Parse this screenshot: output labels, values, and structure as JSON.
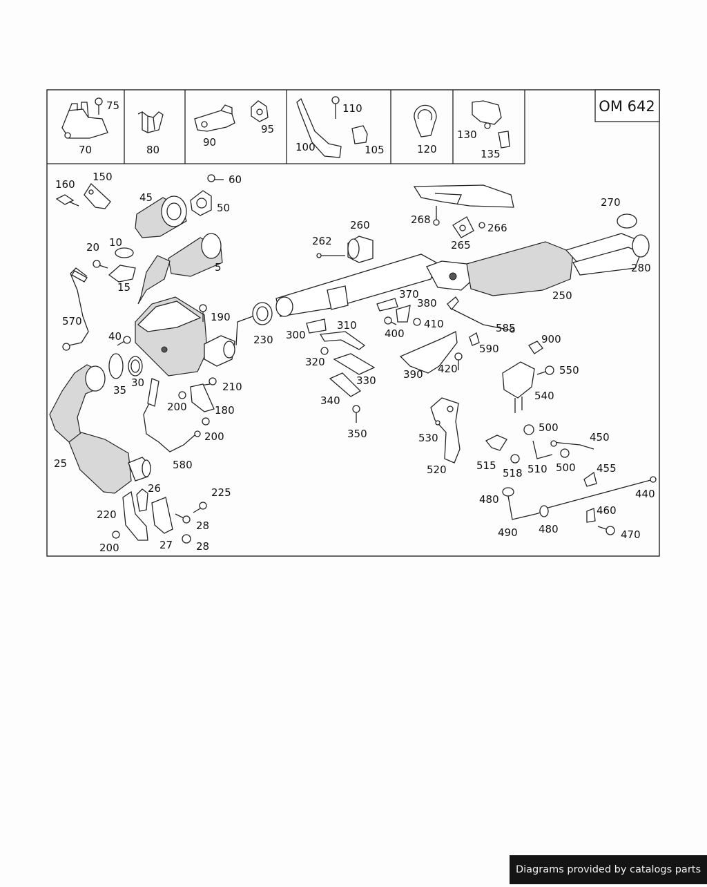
{
  "engine_code": "OM 642",
  "footer_text": "Diagrams provided by catalogs parts",
  "callouts": {
    "c5": "5",
    "c10": "10",
    "c15": "15",
    "c20": "20",
    "c25": "25",
    "c26": "26",
    "c27": "27",
    "c28a": "28",
    "c28b": "28",
    "c30": "30",
    "c35": "35",
    "c40": "40",
    "c45": "45",
    "c50": "50",
    "c60": "60",
    "c70": "70",
    "c75": "75",
    "c80": "80",
    "c90": "90",
    "c95": "95",
    "c100": "100",
    "c105": "105",
    "c110": "110",
    "c120": "120",
    "c130": "130",
    "c135": "135",
    "c150": "150",
    "c160": "160",
    "c180": "180",
    "c190": "190",
    "c200a": "200",
    "c200b": "200",
    "c200c": "200",
    "c210": "210",
    "c220": "220",
    "c225": "225",
    "c230": "230",
    "c250": "250",
    "c260": "260",
    "c262": "262",
    "c265": "265",
    "c266": "266",
    "c268": "268",
    "c270": "270",
    "c280": "280",
    "c300": "300",
    "c310": "310",
    "c320": "320",
    "c330": "330",
    "c340": "340",
    "c350": "350",
    "c370": "370",
    "c380": "380",
    "c390": "390",
    "c400": "400",
    "c410": "410",
    "c420": "420",
    "c440": "440",
    "c450": "450",
    "c455": "455",
    "c460": "460",
    "c470": "470",
    "c480a": "480",
    "c480b": "480",
    "c490": "490",
    "c500a": "500",
    "c500b": "500",
    "c510": "510",
    "c515": "515",
    "c518": "518",
    "c520": "520",
    "c530": "530",
    "c540": "540",
    "c550": "550",
    "c570": "570",
    "c580": "580",
    "c585": "585",
    "c590": "590",
    "c900": "900"
  }
}
